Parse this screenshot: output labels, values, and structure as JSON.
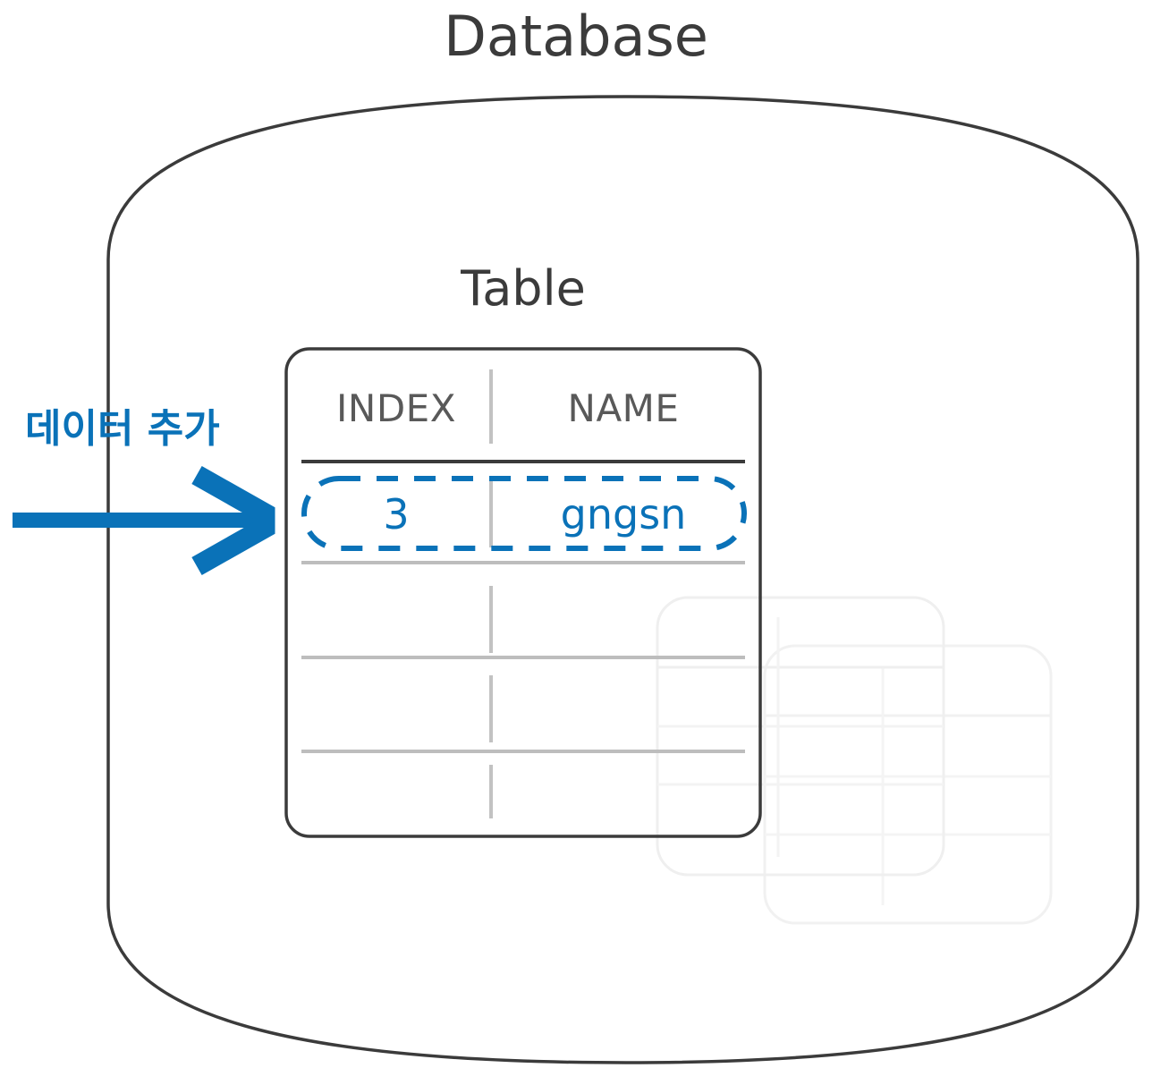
{
  "diagram": {
    "title": "Database",
    "inner_title": "Table",
    "table": {
      "columns": [
        "INDEX",
        "NAME"
      ],
      "rows": [
        {
          "index": "3",
          "name": "gngsn",
          "highlighted": true
        },
        {
          "index": "",
          "name": "",
          "highlighted": false
        },
        {
          "index": "",
          "name": "",
          "highlighted": false
        },
        {
          "index": "",
          "name": "",
          "highlighted": false
        }
      ]
    },
    "annotation": {
      "label": "데이터 추가",
      "arrow": "right-arrow"
    },
    "ghost_tables": 2,
    "colors": {
      "accent": "#0A72B8",
      "outline": "#3b3b3b",
      "header_text": "#595959",
      "rule": "#bdbdbd",
      "ghost": "#f0f0f0",
      "background": "#ffffff"
    }
  }
}
